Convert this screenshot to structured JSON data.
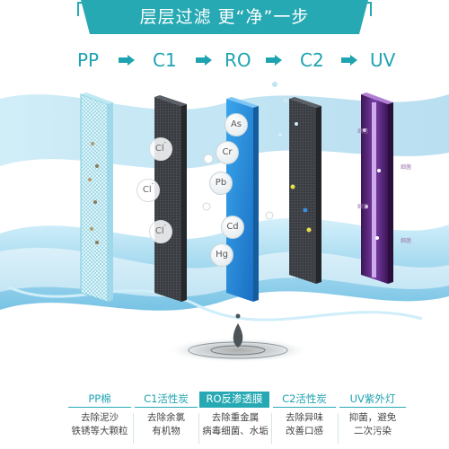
{
  "header": {
    "title": "层层过滤 更“净”一步",
    "accent_color": "#26a9b3"
  },
  "stages": [
    "PP",
    "C1",
    "RO",
    "C2",
    "UV"
  ],
  "panels": {
    "c1_ions": [
      "Cl",
      "Cl",
      "Cl"
    ],
    "c1_superscript": "-",
    "ro_ions": [
      "As",
      "Cr",
      "Pb",
      "Cd",
      "Hg"
    ],
    "uv_labels": [
      "细菌",
      "细菌",
      "细菌",
      "细菌"
    ]
  },
  "table": {
    "headers": [
      "PP棉",
      "C1活性炭",
      "RO反渗透膜",
      "C2活性炭",
      "UV紫外灯"
    ],
    "active_index": 2,
    "descriptions": [
      [
        "去除泥沙",
        "铁锈等大颗粒"
      ],
      [
        "去除余氯",
        "有机物"
      ],
      [
        "去除重金属",
        "病毒细菌、水垢"
      ],
      [
        "去除异味",
        "改善口感"
      ],
      [
        "抑菌，避免",
        "二次污染"
      ]
    ]
  },
  "colors": {
    "pp": "#7fd0e0",
    "c1": "#3a3d42",
    "ro": "#2a8fd8",
    "c2": "#2e3136",
    "uv": "#6b2c8e",
    "water": "#8fd0ea"
  }
}
